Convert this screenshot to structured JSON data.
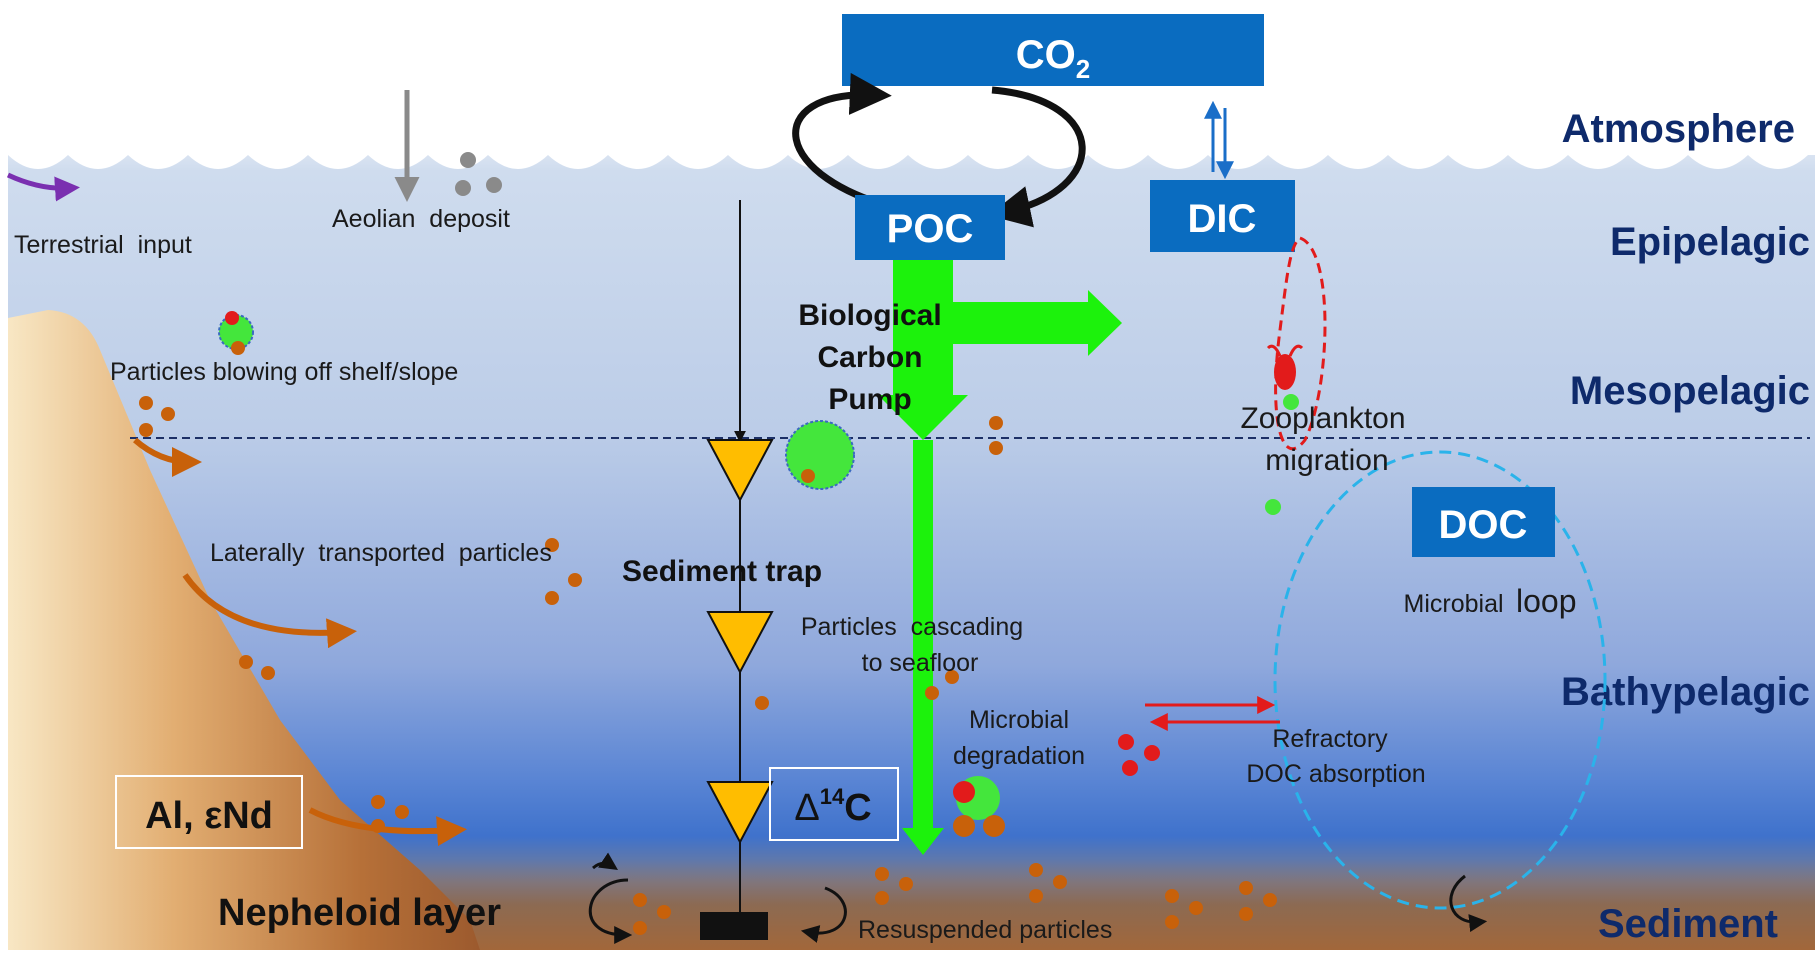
{
  "zones": {
    "atmosphere": "Atmosphere",
    "epipelagic": "Epipelagic",
    "mesopelagic": "Mesopelagic",
    "bathypelagic": "Bathypelagic",
    "sediment": "Sediment"
  },
  "boxes": {
    "co2_main": "CO",
    "co2_sub": "2",
    "poc": "POC",
    "dic": "DIC",
    "doc": "DOC"
  },
  "labels": {
    "terrestrial_input": "Terrestrial  input",
    "aeolian_deposit": "Aeolian  deposit",
    "particles_shelf": "Particles blowing off shelf/slope",
    "lateral_particles": "Laterally  transported  particles",
    "sediment_trap": "Sediment trap",
    "bio_pump_1": "Biological",
    "bio_pump_2": "Carbon",
    "bio_pump_3": "Pump",
    "zooplankton_1": "Zooplankton",
    "zooplankton_2": "migration",
    "microbial_loop_a": "Microbial",
    "microbial_loop_b": "loop",
    "cascading_1": "Particles  cascading",
    "cascading_2": "to seafloor",
    "degradation_1": "Microbial",
    "degradation_2": "degradation",
    "refractory_1": "Refractory",
    "refractory_2": "DOC absorption",
    "nepheloid": "Nepheloid layer",
    "resuspended": "Resuspended particles",
    "al_end": "Al, εNd",
    "delta_main": "Δ",
    "delta_sup": "14",
    "delta_c": "C"
  },
  "colors": {
    "box_blue": "#0a6cc0",
    "pump_green": "#1cf20c",
    "particle_orange": "#c8610a",
    "zone_text": "#0e2a6b",
    "migration_red": "#e21b1b",
    "loop_cyan": "#2ab3ea",
    "trap_yellow": "#ffbd00"
  }
}
